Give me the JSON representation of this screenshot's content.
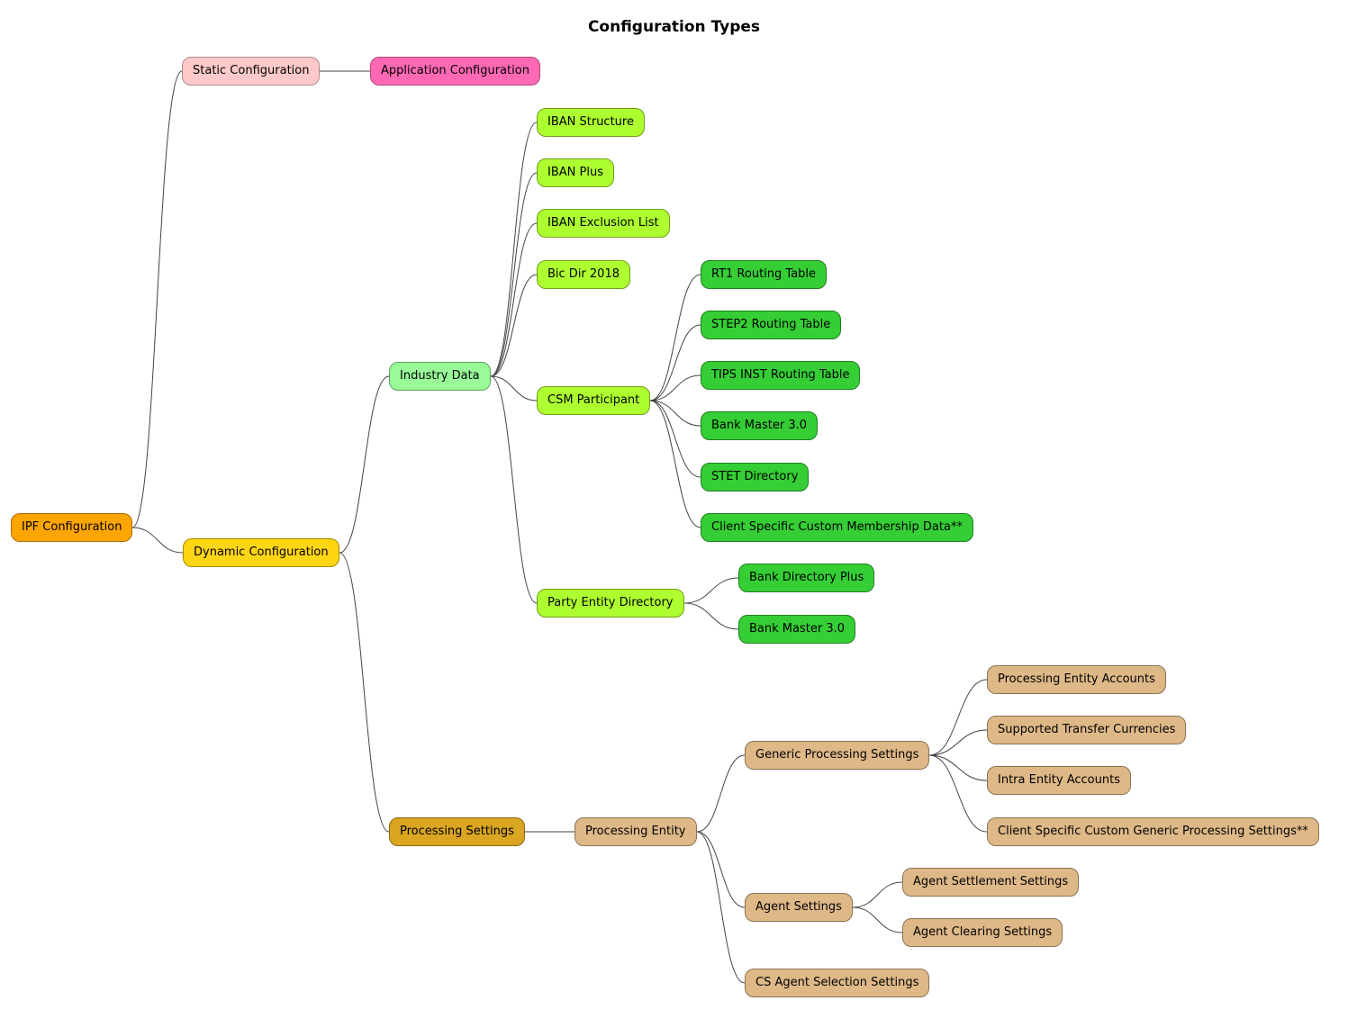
{
  "title": "Configuration Types",
  "edge_color": "#444444",
  "palette": {
    "orange": {
      "fill": "#FFA500",
      "border": "#A66B12"
    },
    "pink": {
      "fill": "#FFC9C9",
      "border": "#B08A8A"
    },
    "hotpink": {
      "fill": "#FF69B4",
      "border": "#B3477D"
    },
    "gold": {
      "fill": "#FFD514",
      "border": "#A68A00"
    },
    "palegreen": {
      "fill": "#98FB98",
      "border": "#5FA05F"
    },
    "greenyellow": {
      "fill": "#ADFF2F",
      "border": "#739E1C"
    },
    "green": {
      "fill": "#35CE35",
      "border": "#1F7E1F"
    },
    "darkgold": {
      "fill": "#DAA520",
      "border": "#8A6914"
    },
    "tan": {
      "fill": "#DEB887",
      "border": "#8A7354"
    }
  },
  "nodes": [
    {
      "id": "ipf",
      "label": "IPF Configuration",
      "color": "orange",
      "parent": null
    },
    {
      "id": "static-config",
      "label": "Static Configuration",
      "color": "pink",
      "parent": "ipf"
    },
    {
      "id": "app-config",
      "label": "Application Configuration",
      "color": "hotpink",
      "parent": "static-config"
    },
    {
      "id": "dynamic-config",
      "label": "Dynamic Configuration",
      "color": "gold",
      "parent": "ipf"
    },
    {
      "id": "industry-data",
      "label": "Industry Data",
      "color": "palegreen",
      "parent": "dynamic-config"
    },
    {
      "id": "iban-structure",
      "label": "IBAN Structure",
      "color": "greenyellow",
      "parent": "industry-data"
    },
    {
      "id": "iban-plus",
      "label": "IBAN Plus",
      "color": "greenyellow",
      "parent": "industry-data"
    },
    {
      "id": "iban-exclusion",
      "label": "IBAN Exclusion List",
      "color": "greenyellow",
      "parent": "industry-data"
    },
    {
      "id": "bic-dir",
      "label": "Bic Dir 2018",
      "color": "greenyellow",
      "parent": "industry-data"
    },
    {
      "id": "csm-participant",
      "label": "CSM Participant",
      "color": "greenyellow",
      "parent": "industry-data"
    },
    {
      "id": "rt1",
      "label": "RT1 Routing Table",
      "color": "green",
      "parent": "csm-participant"
    },
    {
      "id": "step2",
      "label": "STEP2 Routing Table",
      "color": "green",
      "parent": "csm-participant"
    },
    {
      "id": "tips",
      "label": "TIPS INST Routing Table",
      "color": "green",
      "parent": "csm-participant"
    },
    {
      "id": "bank-master-csm",
      "label": "Bank Master 3.0",
      "color": "green",
      "parent": "csm-participant"
    },
    {
      "id": "stet",
      "label": "STET Directory",
      "color": "green",
      "parent": "csm-participant"
    },
    {
      "id": "client-membership",
      "label": "Client Specific Custom Membership Data**",
      "color": "green",
      "parent": "csm-participant"
    },
    {
      "id": "party-entity-dir",
      "label": "Party Entity Directory",
      "color": "greenyellow",
      "parent": "industry-data"
    },
    {
      "id": "bank-dir-plus",
      "label": "Bank Directory Plus",
      "color": "green",
      "parent": "party-entity-dir"
    },
    {
      "id": "bank-master-ped",
      "label": "Bank Master 3.0",
      "color": "green",
      "parent": "party-entity-dir"
    },
    {
      "id": "processing-settings",
      "label": "Processing Settings",
      "color": "darkgold",
      "parent": "dynamic-config"
    },
    {
      "id": "processing-entity",
      "label": "Processing Entity",
      "color": "tan",
      "parent": "processing-settings"
    },
    {
      "id": "generic-processing",
      "label": "Generic Processing Settings",
      "color": "tan",
      "parent": "processing-entity"
    },
    {
      "id": "pe-accounts",
      "label": "Processing Entity Accounts",
      "color": "tan",
      "parent": "generic-processing"
    },
    {
      "id": "transfer-currencies",
      "label": "Supported Transfer Currencies",
      "color": "tan",
      "parent": "generic-processing"
    },
    {
      "id": "intra-entity",
      "label": "Intra Entity Accounts",
      "color": "tan",
      "parent": "generic-processing"
    },
    {
      "id": "client-generic",
      "label": "Client Specific Custom Generic Processing Settings**",
      "color": "tan",
      "parent": "generic-processing"
    },
    {
      "id": "agent-settings",
      "label": "Agent Settings",
      "color": "tan",
      "parent": "processing-entity"
    },
    {
      "id": "agent-settlement",
      "label": "Agent Settlement Settings",
      "color": "tan",
      "parent": "agent-settings"
    },
    {
      "id": "agent-clearing",
      "label": "Agent Clearing Settings",
      "color": "tan",
      "parent": "agent-settings"
    },
    {
      "id": "cs-agent",
      "label": "CS Agent Selection Settings",
      "color": "tan",
      "parent": "processing-entity"
    }
  ]
}
